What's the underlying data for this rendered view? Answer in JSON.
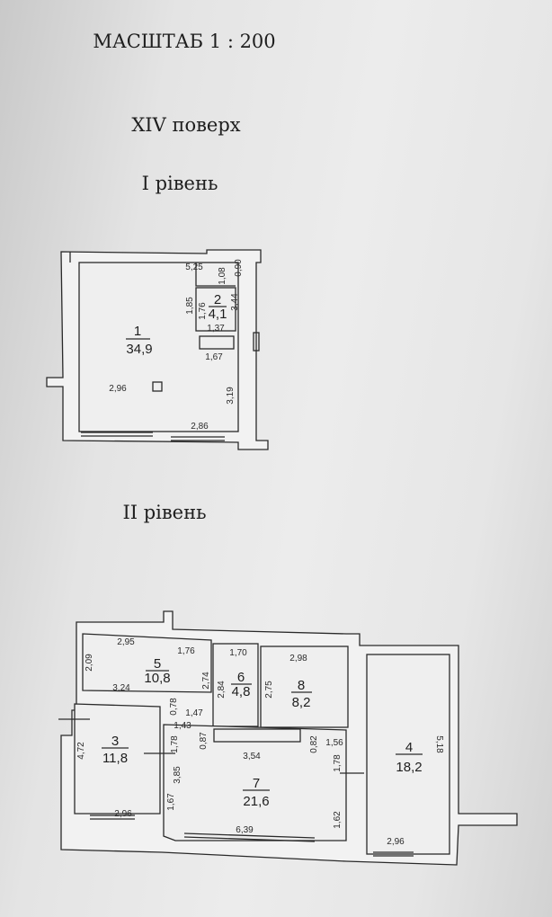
{
  "header": {
    "scale": "МАСШТАБ   1 : 200",
    "floor": "XIV  поверх"
  },
  "level1": {
    "title": "І рівень",
    "rooms": [
      {
        "number": "1",
        "area": "34,9"
      },
      {
        "number": "2",
        "area": "4,1"
      }
    ],
    "dims": [
      "5,25",
      "0,90",
      "1,08",
      "1,85",
      "1,76",
      "3,44",
      "1,37",
      "1,67",
      "2,96",
      "3,19",
      "2,86"
    ]
  },
  "level2": {
    "title": "ІІ рівень",
    "rooms": [
      {
        "number": "5",
        "area": "10,8"
      },
      {
        "number": "6",
        "area": "4,8"
      },
      {
        "number": "8",
        "area": "8,2"
      },
      {
        "number": "3",
        "area": "11,8"
      },
      {
        "number": "7",
        "area": "21,6"
      },
      {
        "number": "4",
        "area": "18,2"
      }
    ],
    "dims": [
      "2,95",
      "1,76",
      "2,09",
      "3,24",
      "2,74",
      "1,70",
      "2,84",
      "2,98",
      "2,75",
      "0,78",
      "1,47",
      "1,43",
      "0,87",
      "1,78",
      "4,72",
      "3,54",
      "0,82",
      "1,56",
      "1,78",
      "3,85",
      "1,67",
      "2,96",
      "1,62",
      "6,39",
      "5,18",
      "2,96"
    ]
  }
}
